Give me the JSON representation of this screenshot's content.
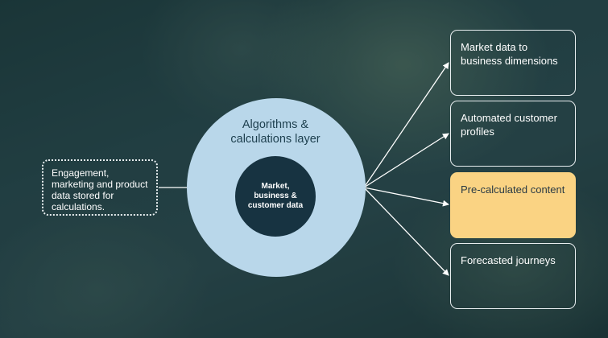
{
  "diagram": {
    "input": {
      "text": "Engagement, marketing and product data stored for calculations."
    },
    "core": {
      "outer_label": "Algorithms & calculations layer",
      "inner_label": "Market, business & customer data"
    },
    "outputs": [
      {
        "label": "Market data to business dimensions",
        "highlighted": false
      },
      {
        "label": "Automated customer profiles",
        "highlighted": false
      },
      {
        "label": "Pre-calculated content",
        "highlighted": true
      },
      {
        "label": "Forecasted journeys",
        "highlighted": false
      }
    ],
    "colors": {
      "outer_circle": "#b9d7ea",
      "inner_circle": "#173341",
      "highlight_box": "#fad383",
      "line": "#ffffff"
    }
  }
}
